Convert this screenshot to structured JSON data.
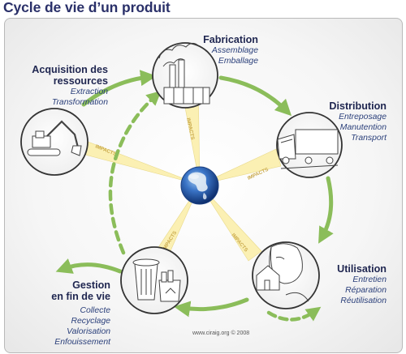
{
  "title": "Cycle de vie d’un produit",
  "impacts_label": "IMPACTS",
  "copyright": "www.ciraig.org © 2008",
  "colors": {
    "title": "#2a3069",
    "arrow": "#8bbd5a",
    "impact_beam": "#fbf0b3",
    "impact_text": "#c9a84a",
    "globe": "#2f63b5"
  },
  "stages": {
    "acquisition": {
      "title_lines": [
        "Acquisition des",
        "ressources"
      ],
      "sub": [
        "Extraction",
        "Transformation"
      ],
      "icon": "excavator-icon"
    },
    "fabrication": {
      "title_lines": [
        "Fabrication"
      ],
      "sub": [
        "Assemblage",
        "Emballage"
      ],
      "icon": "factory-icon"
    },
    "distribution": {
      "title_lines": [
        "Distribution"
      ],
      "sub": [
        "Entreposage",
        "Manutention",
        "Transport"
      ],
      "icon": "truck-icon"
    },
    "utilisation": {
      "title_lines": [
        "Utilisation"
      ],
      "sub": [
        "Entretien",
        "Réparation",
        "Réutilisation"
      ],
      "icon": "person-house-icon"
    },
    "fin_de_vie": {
      "title_lines": [
        "Gestion",
        "en fin de vie"
      ],
      "sub": [
        "Collecte",
        "Recyclage",
        "Valorisation",
        "Enfouissement"
      ],
      "icon": "recycling-bins-icon"
    }
  }
}
